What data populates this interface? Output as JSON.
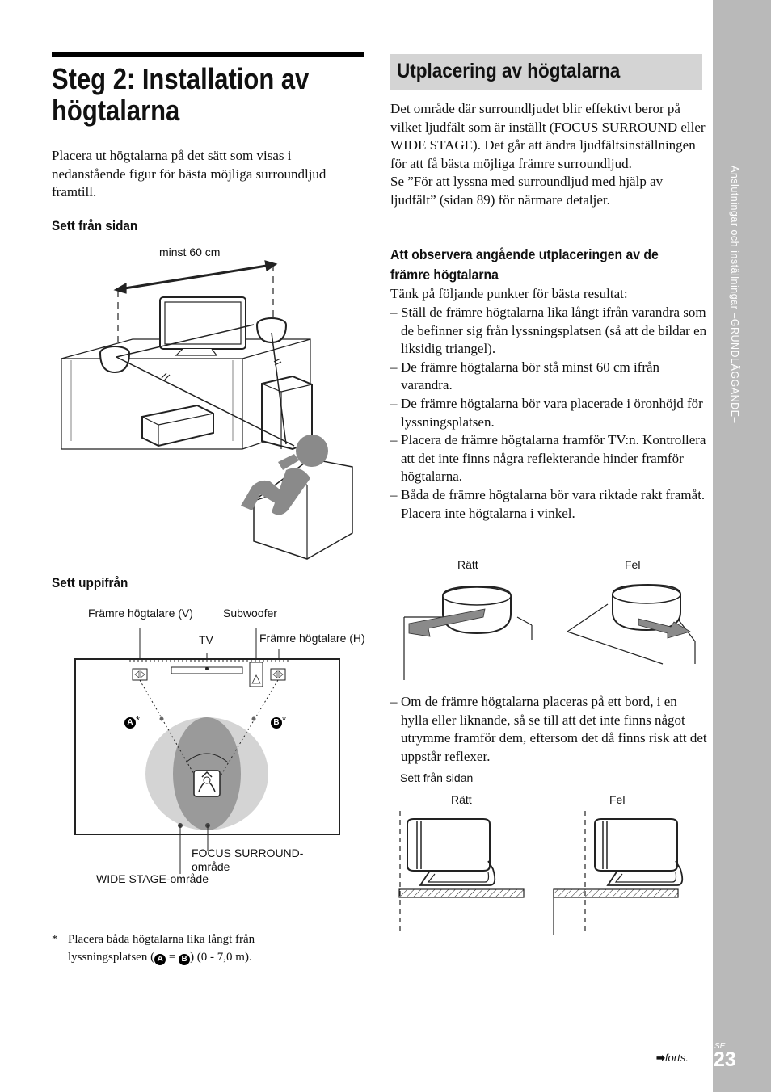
{
  "side_tab": {
    "text": "Anslutningar och inställningar –GRUNDLÄGGANDE–",
    "lang": "SE",
    "page_number": "23"
  },
  "left": {
    "title": "Steg 2: Installation av\nhögtalarna",
    "intro": "Placera ut högtalarna på det sätt som visas i nedanstående figur för bästa möjliga surroundljud framtill.",
    "side_view": {
      "heading": "Sett från sidan",
      "distance_label": "minst 60 cm"
    },
    "top_view": {
      "heading": "Sett uppifrån",
      "front_left_label": "Främre högtalare (V)",
      "subwoofer_label": "Subwoofer",
      "tv_label": "TV",
      "front_right_label": "Främre högtalare (H)",
      "marker_a": "A",
      "marker_b": "B",
      "asterisk": "*",
      "focus_label": "FOCUS SURROUND-\nområde",
      "wide_label": "WIDE STAGE-område"
    },
    "footnote": {
      "star": "*",
      "text_before": "Placera båda högtalarna lika långt från lyssningsplatsen (",
      "equals": " = ",
      "text_after": ") (0 - 7,0 m)."
    }
  },
  "right": {
    "section_title": "Utplacering av högtalarna",
    "paragraph1": "Det område där surroundljudet blir effektivt beror på vilket ljudfält som är inställt (FOCUS SURROUND eller WIDE STAGE). Det går att ändra ljudfältsinställningen för att få bästa möjliga främre surroundljud.",
    "paragraph2": "Se ”För att lyssna med surroundljud med hjälp av ljudfält” (sidan 89) för närmare detaljer.",
    "obs_heading": "Att observera angående utplaceringen av de främre högtalarna",
    "obs_intro": "Tänk på följande punkter för bästa resultat:",
    "bullet_dash": "–",
    "bullets": [
      "Ställ de främre högtalarna lika långt ifrån varandra som de befinner sig från lyssningsplatsen (så att de bildar en liksidig triangel).",
      "De främre högtalarna bör stå minst 60 cm ifrån varandra.",
      "De främre högtalarna bör vara placerade i öronhöjd för lyssningsplatsen.",
      "Placera de främre högtalarna framför TV:n. Kontrollera att det inte finns några reflekterande hinder framför högtalarna.",
      "Båda de främre högtalarna bör vara riktade rakt framåt. Placera inte högtalarna i vinkel."
    ],
    "figure1": {
      "right_label": "Rätt",
      "wrong_label": "Fel"
    },
    "bullet_table": "Om de främre högtalarna placeras på ett bord, i en hylla eller liknande, så se till att det inte finns något utrymme framför dem, eftersom det då finns risk att det uppstår reflexer.",
    "figure2": {
      "caption": "Sett från sidan",
      "right_label": "Rätt",
      "wrong_label": "Fel"
    },
    "continued": "forts."
  }
}
